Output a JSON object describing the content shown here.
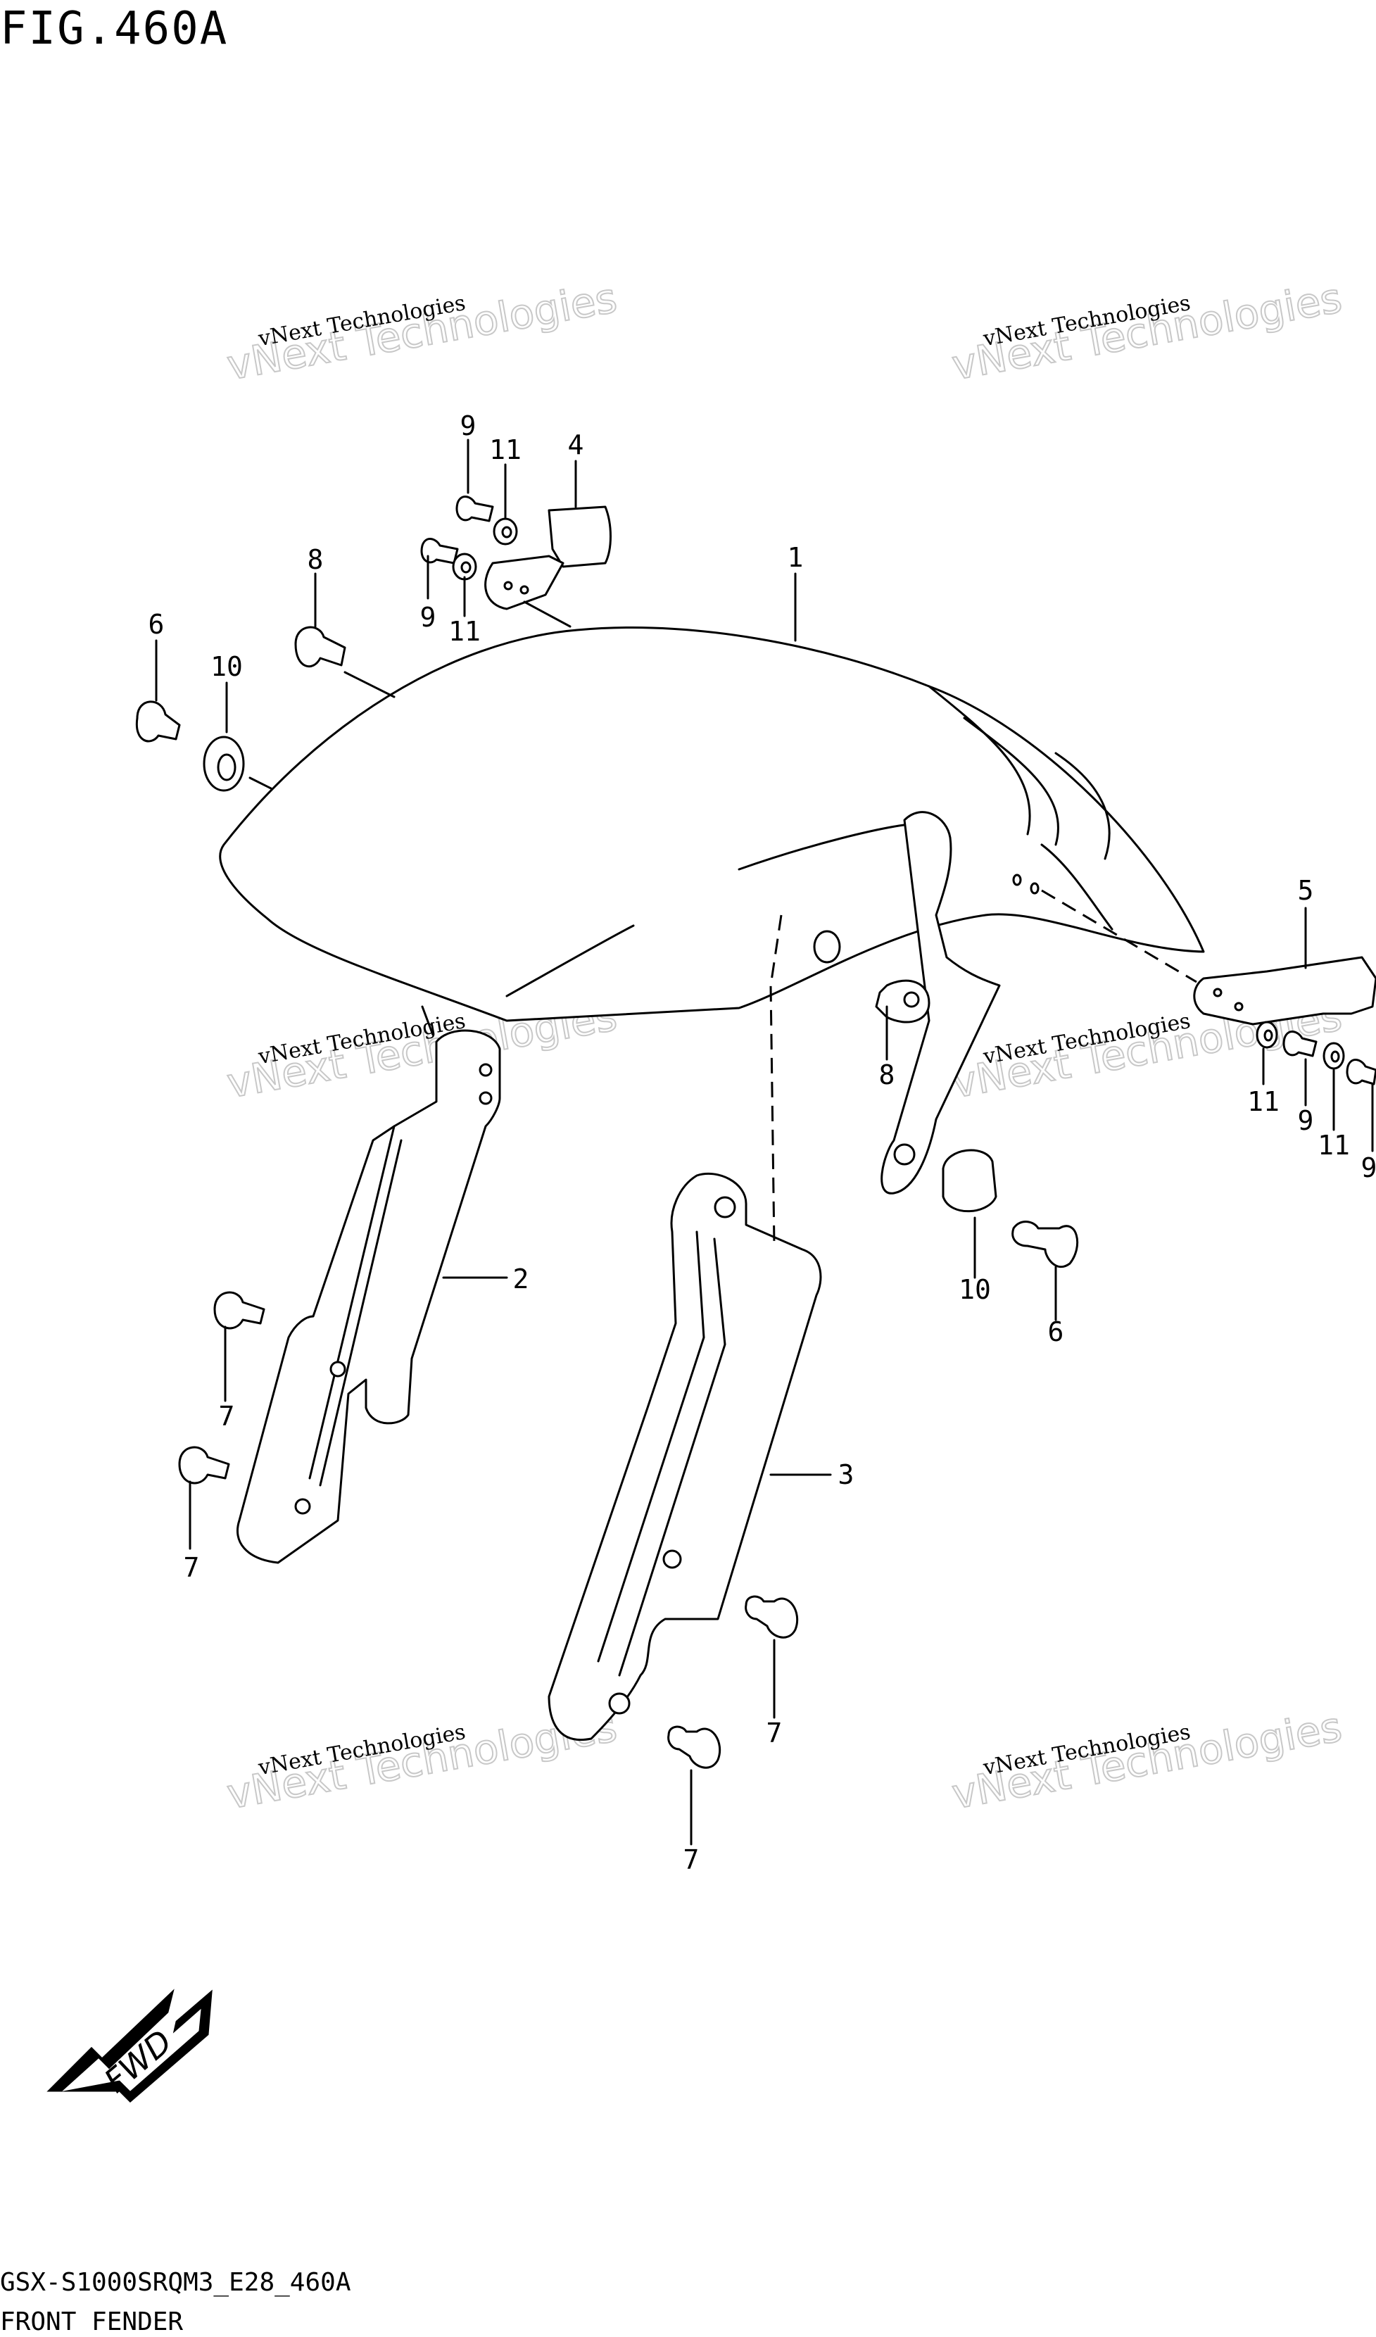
{
  "figure_title": "FIG.460A",
  "model_code": "GSX-S1000SRQM3_E28_460A",
  "section_name": "FRONT FENDER",
  "fwd_label": "FWD",
  "watermark": {
    "line1": "vNext Technologies",
    "line2": "vNext Technologies"
  },
  "callouts": [
    "1",
    "2",
    "3",
    "4",
    "5",
    "6",
    "6",
    "7",
    "7",
    "7",
    "7",
    "8",
    "8",
    "9",
    "9",
    "9",
    "9",
    "10",
    "10",
    "11",
    "11",
    "11",
    "11"
  ]
}
